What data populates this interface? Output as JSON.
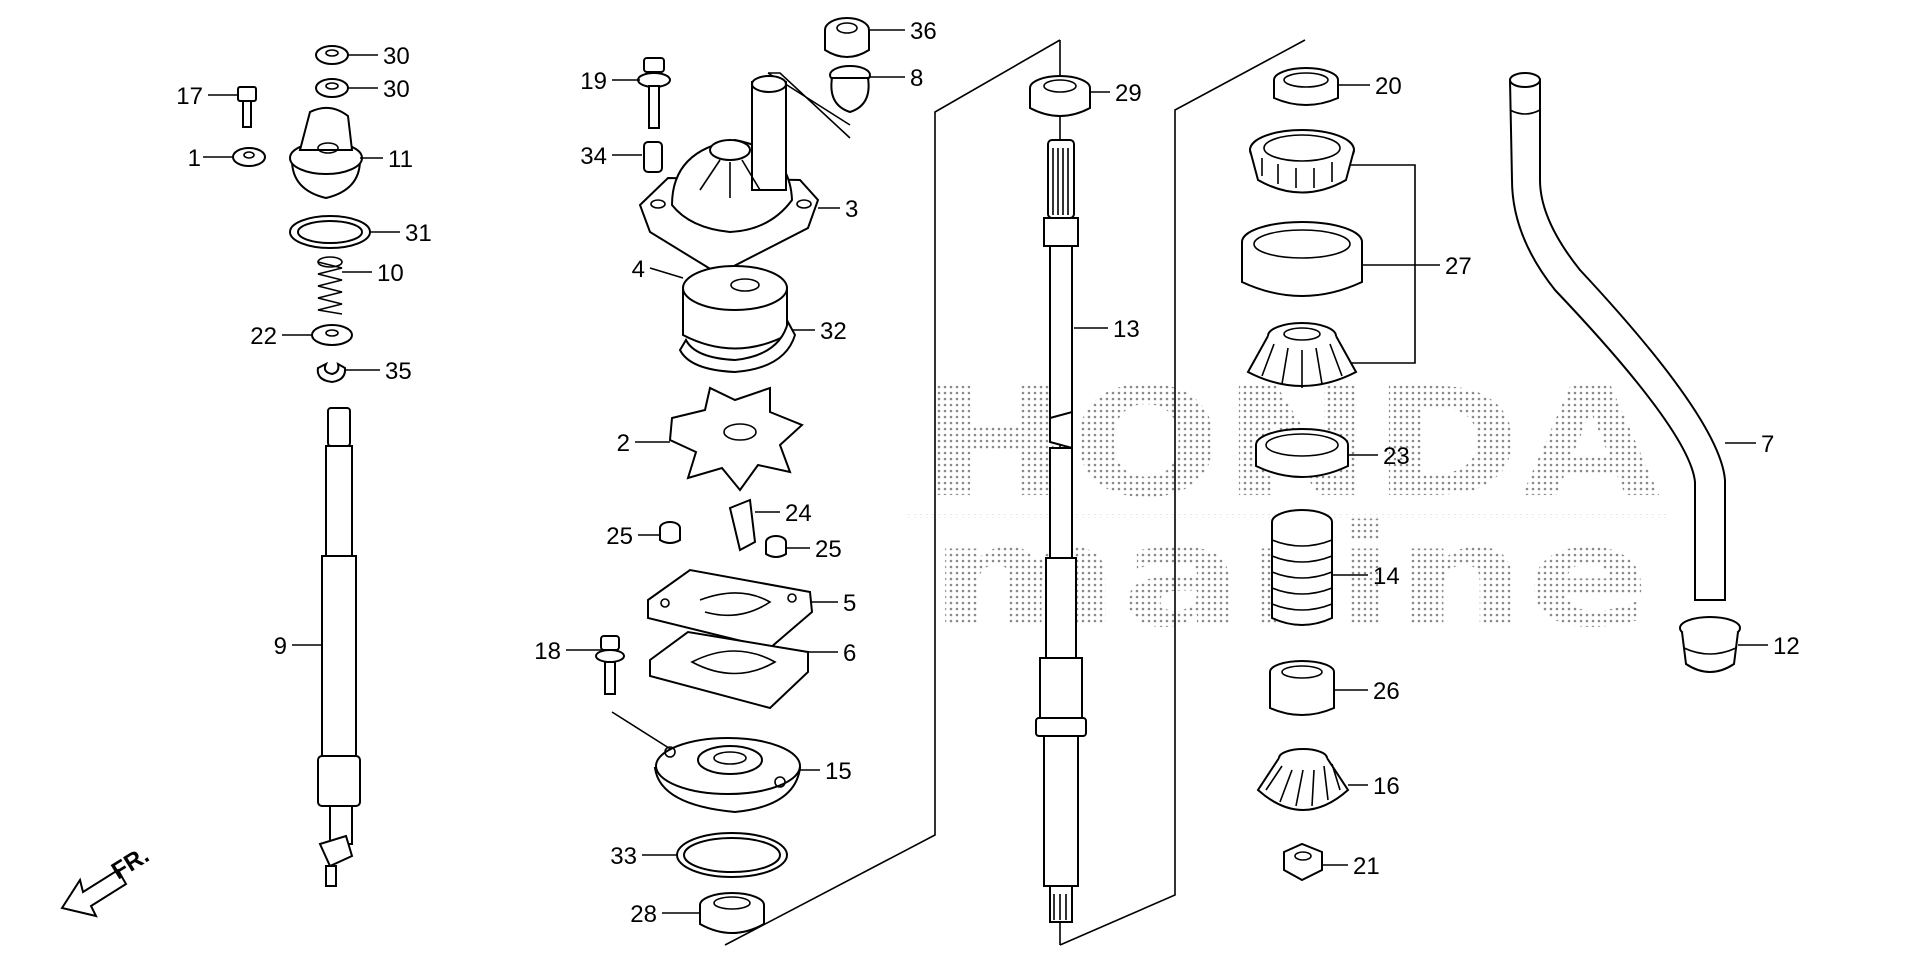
{
  "diagram": {
    "watermark": {
      "line1": "HONDA",
      "line2": "marine"
    },
    "direction_label": "FR.",
    "callouts": [
      "1",
      "2",
      "3",
      "4",
      "5",
      "6",
      "7",
      "8",
      "9",
      "10",
      "11",
      "12",
      "13",
      "14",
      "15",
      "16",
      "17",
      "18",
      "19",
      "20",
      "21",
      "22",
      "23",
      "24",
      "25",
      "25",
      "26",
      "27",
      "28",
      "29",
      "30",
      "30",
      "31",
      "32",
      "33",
      "34",
      "35",
      "36"
    ]
  }
}
